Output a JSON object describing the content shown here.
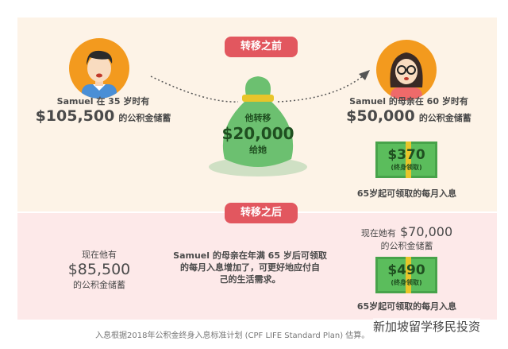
{
  "before": {
    "label": "转移之前",
    "left": {
      "line1": "Samuel 在 35 岁时有",
      "amount": "$105,500",
      "suffix": "的公积金储蓄"
    },
    "bag": {
      "line1": "他转移",
      "amount": "$20,000",
      "line2": "给她"
    },
    "right": {
      "line1": "Samuel 的母亲在 60 岁时有",
      "amount": "$50,000",
      "suffix": "的公积金储蓄"
    },
    "bill": {
      "amount": "$370",
      "sub": "(终身领取)"
    },
    "caption": "65岁起可领取的每月入息"
  },
  "after": {
    "label": "转移之后",
    "left": {
      "line1": "现在他有",
      "amount": "$85,500",
      "line2": "的公积金储蓄"
    },
    "middle": {
      "line1": "Samuel 的母亲在年满 65 岁后可领取",
      "line2": "的每月入息增加了，可更好地应付自",
      "line3": "己的生活需求。"
    },
    "right": {
      "prefix": "现在她有",
      "amount": "$70,000",
      "line2": "的公积金储蓄"
    },
    "bill": {
      "amount": "$490",
      "sub": "(终身领取)"
    },
    "caption": "65岁起可领取的每月入息"
  },
  "footnote": "入息根据2018年公积金终身入息标准计划 (CPF LIFE Standard Plan) 估算。",
  "watermark": "新加坡留学移民投资",
  "colors": {
    "label": "#e2575f",
    "top_bg": "#fdf3e7",
    "bottom_bg": "#fde9e9",
    "money": "#5bbd5c"
  }
}
